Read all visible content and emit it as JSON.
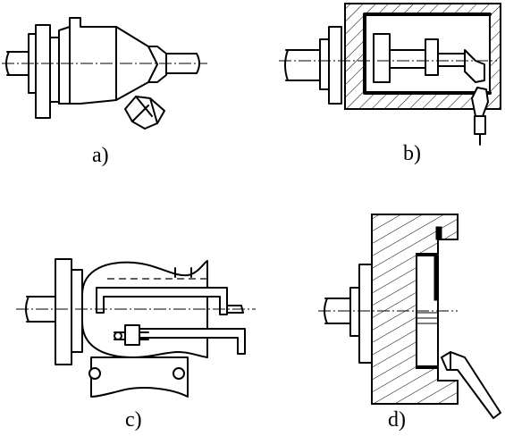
{
  "labels": {
    "a": "a)",
    "b": "b)",
    "c": "c)",
    "d": "d)"
  },
  "colors": {
    "line": "#000000",
    "background": "#ffffff"
  }
}
